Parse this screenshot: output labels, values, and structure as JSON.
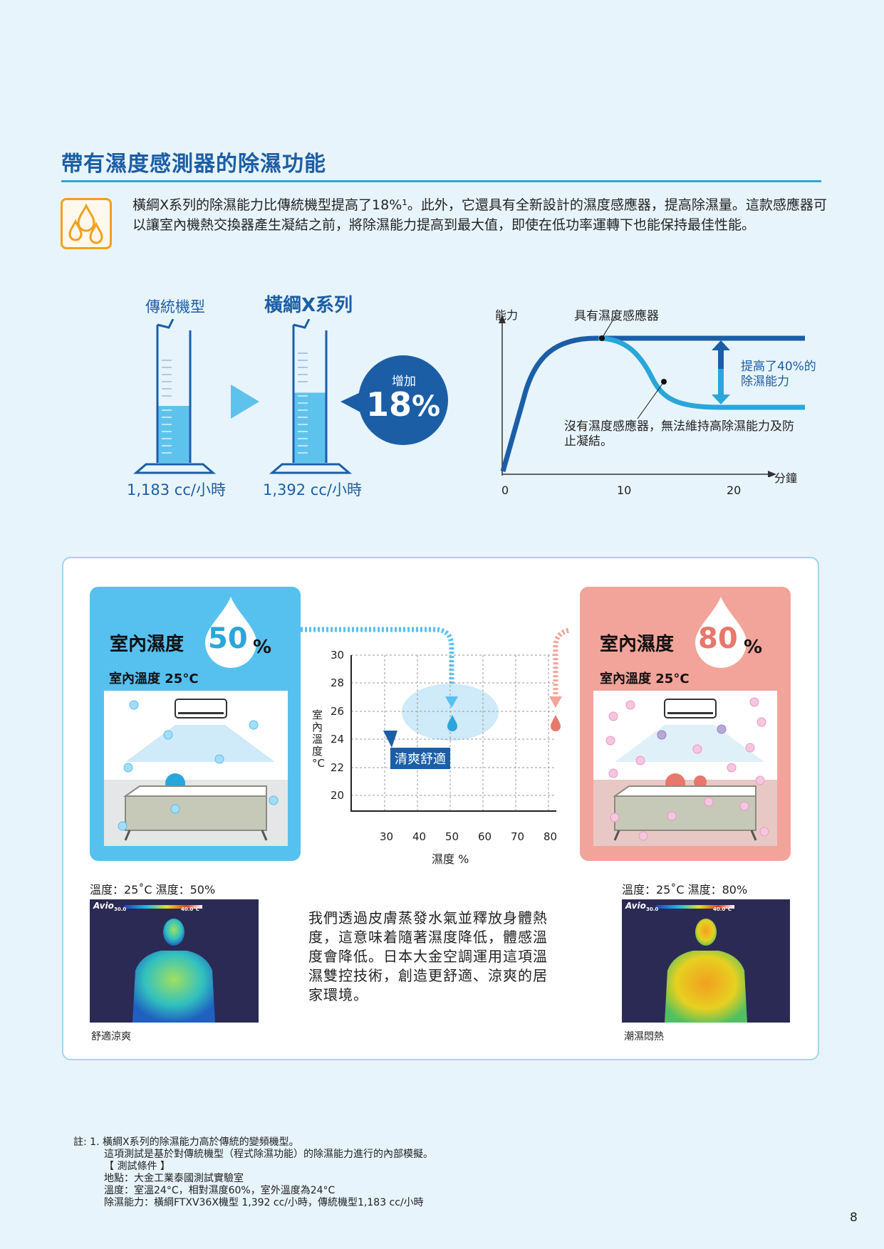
{
  "heading": "帶有濕度感測器的除濕功能",
  "intro": "橫綱X系列的除濕能力比傳統機型提高了18%¹。此外，它還具有全新設計的濕度感應器，提高除濕量。這款感應器可以讓室內機熱交換器產生凝結之前，將除濕能力提高到最大值，即使在低功率運轉下也能保持最佳性能。",
  "comparison": {
    "left_label": "傳統機型",
    "right_label": "橫綱X系列",
    "left_value": "1,183 cc/小時",
    "right_value": "1,392 cc/小時",
    "bubble_top": "增加",
    "bubble_value": "18",
    "bubble_unit": "%",
    "left_fill_fraction": 0.43,
    "right_fill_fraction": 0.53
  },
  "capacity_chart": {
    "y_label": "能力",
    "x_label": "分鐘",
    "x_ticks": [
      "0",
      "10",
      "20"
    ],
    "with_sensor_label": "具有濕度感應器",
    "without_sensor_label": "沒有濕度感應器，無法維持高除濕能力及防止凝結。",
    "improvement_label": "提高了40%的除濕能力"
  },
  "comfort": {
    "left_title": "室內濕度",
    "left_value": "50",
    "left_unit": "%",
    "left_temp": "室內溫度 25°C",
    "right_title": "室內濕度",
    "right_value": "80",
    "right_unit": "%",
    "right_temp": "室內溫度 25°C",
    "chart_ylabel": "室內溫度 °C",
    "chart_xlabel": "濕度 %",
    "y_ticks": [
      "30",
      "28",
      "26",
      "24",
      "22",
      "20"
    ],
    "x_ticks": [
      "30",
      "40",
      "50",
      "60",
      "70",
      "80"
    ],
    "comfort_label": "清爽舒適",
    "left_caption": "溫度：25˚C  濕度：50%",
    "right_caption": "溫度：25˚C  濕度：80%",
    "left_result": "舒適涼爽",
    "right_result": "潮濕悶熱",
    "thermal_brand": "Avio",
    "thermal_left_scale": "30.0",
    "thermal_right_scale": "40.0°C",
    "description": "我們透過皮膚蒸發水氣並釋放身體熱度，這意味着隨著濕度降低，體感溫度會降低。日本大金空調運用這項溫濕雙控技術，創造更舒適、涼爽的居家環境。"
  },
  "notes": [
    "註: 1.  橫綱X系列的除濕能力高於傳統的變頻機型。",
    "這項測試是基於對傳統機型（程式除濕功能）的除濕能力進行的內部模擬。",
    "【 測試條件 】",
    "地點：大金工業泰國測試實驗室",
    "溫度：室溫24°C，相對濕度60%，室外溫度為24°C",
    "除濕能力：橫綱FTXV36X機型 1,392 cc/小時，傳統機型1,183 cc/小時"
  ],
  "page_number": "8",
  "colors": {
    "blue": "#1b5ea6",
    "cyan": "#2aa6db",
    "light_blue": "#56c1ef",
    "pink": "#f2a49a",
    "orange": "#f0a020"
  }
}
